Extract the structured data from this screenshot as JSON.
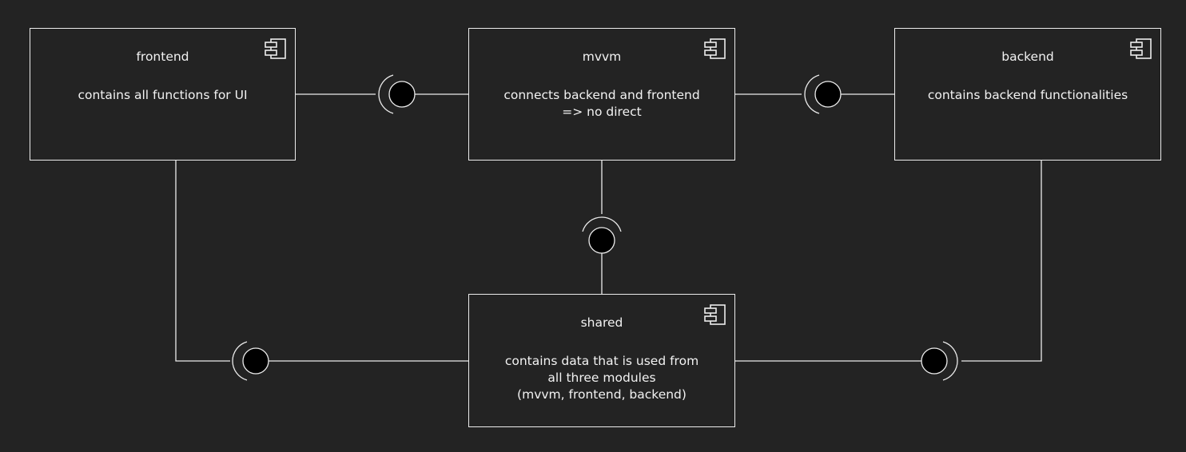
{
  "components": {
    "frontend": {
      "name": "frontend",
      "description": "contains all functions for UI",
      "icon": "component-icon"
    },
    "mvvm": {
      "name": "mvvm",
      "description": "connects backend and frontend\n=> no direct",
      "icon": "component-icon"
    },
    "backend": {
      "name": "backend",
      "description": "contains backend functionalities",
      "icon": "component-icon"
    },
    "shared": {
      "name": "shared",
      "description": "contains data that is used from\nall three modules\n(mvvm, frontend, backend)",
      "icon": "component-icon"
    }
  },
  "connections": [
    {
      "from": "frontend",
      "to": "mvvm",
      "notation": "ball-and-socket"
    },
    {
      "from": "mvvm",
      "to": "backend",
      "notation": "ball-and-socket"
    },
    {
      "from": "mvvm",
      "to": "shared",
      "notation": "ball-and-socket"
    },
    {
      "from": "frontend",
      "to": "shared",
      "notation": "ball-and-socket"
    },
    {
      "from": "backend",
      "to": "shared",
      "notation": "ball-and-socket"
    }
  ],
  "colors": {
    "background": "#232323",
    "stroke": "#ececec",
    "text": "#f2f2f2",
    "ball": "#000000"
  }
}
